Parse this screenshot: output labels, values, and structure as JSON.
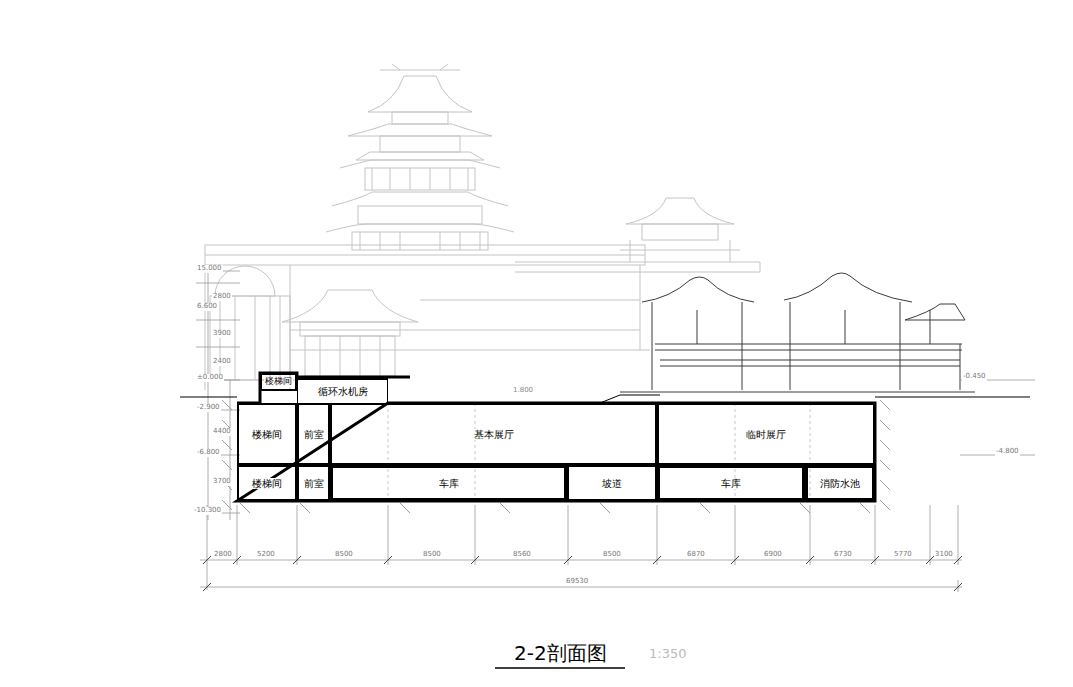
{
  "diagram": {
    "title": "2-2剖面图",
    "nodes": [
      {
        "text": [
          "楼梯间"
        ]
      },
      {
        "text": [
          "循环水机房"
        ]
      },
      {
        "text": [
          "楼梯间"
        ]
      },
      {
        "text": [
          "前室"
        ]
      },
      {
        "text": [
          "基本展厅"
        ]
      },
      {
        "text": [
          "临时展厅"
        ]
      },
      {
        "text": [
          "楼梯间"
        ]
      },
      {
        "text": [
          "前室"
        ]
      },
      {
        "text": [
          "车库"
        ]
      },
      {
        "text": [
          "坡道"
        ]
      },
      {
        "text": [
          "车库"
        ]
      },
      {
        "text": [
          "消防水池"
        ]
      }
    ],
    "labels": [
      "1:350",
      "15.000",
      "6.600",
      "±0.000",
      "-2.900",
      "-6.800",
      "-10.300",
      "2800",
      "3900",
      "2400",
      "4400",
      "3700",
      "-0.450",
      "-4.800",
      "1.800",
      "2800",
      "5200",
      "8500",
      "8500",
      "8560",
      "8500",
      "6870",
      "6900",
      "6730",
      "5770",
      "3100",
      "69530"
    ]
  }
}
